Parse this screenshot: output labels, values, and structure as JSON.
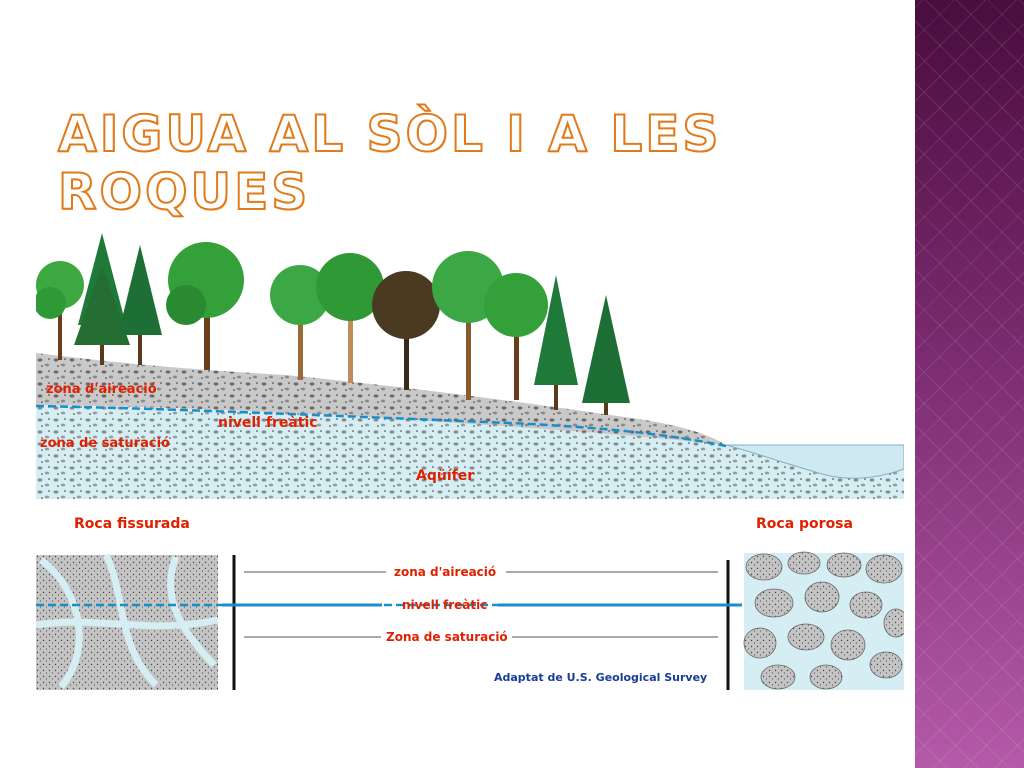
{
  "slide": {
    "title": "Aigua al sòl i a les roques"
  },
  "diagram": {
    "zone_aeration": "zona d'aireació",
    "water_table": "nivell freàtic",
    "zone_saturation": "zona de saturació",
    "aquifer": "Aqüífer",
    "fractured_rock": "Roca fissurada",
    "porous_rock": "Roca porosa",
    "center_aeration": "zona d'aireació",
    "center_water_table": "nivell freàtic",
    "center_saturation": "Zona de saturació",
    "credit": "Adaptat de U.S. Geological Survey"
  },
  "colors": {
    "label_red": "#e02000",
    "water_blue": "#d4eef3",
    "line_blue": "#1a8ec9",
    "soil_gray": "#c9c9c9",
    "tree_green": "#2f9a35",
    "credit_blue": "#1a3c9a",
    "title_outline": "#e07a1a"
  }
}
